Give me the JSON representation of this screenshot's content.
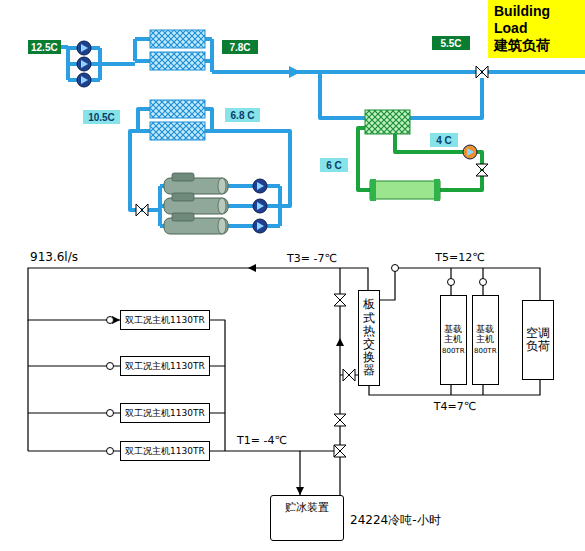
{
  "diagram": {
    "nodes": [
      {
        "text": [
          "12.5C"
        ]
      },
      {
        "text": [
          "7.8C"
        ]
      },
      {
        "text": [
          "5.5C"
        ]
      },
      {
        "text": [
          "Building Load",
          "建筑负荷"
        ]
      },
      {
        "text": [
          "10.5C"
        ]
      },
      {
        "text": [
          "6.8 C"
        ]
      },
      {
        "text": [
          "4 C"
        ]
      },
      {
        "text": [
          "6 C"
        ]
      },
      {
        "text": [
          "板式热交换器"
        ]
      },
      {
        "text": [
          "基载主机",
          "800TR"
        ]
      },
      {
        "text": [
          "基载主机",
          "800TR"
        ]
      },
      {
        "text": [
          "空调负荷"
        ]
      },
      {
        "text": [
          "双工况主机1130TR"
        ]
      },
      {
        "text": [
          "双工况主机1130TR"
        ]
      },
      {
        "text": [
          "双工况主机1130TR"
        ]
      },
      {
        "text": [
          "双工况主机1130TR"
        ]
      },
      {
        "text": [
          "贮冰装置"
        ]
      }
    ],
    "edges": [
      {
        "from": 8,
        "to": 11,
        "arrow": "none",
        "label": "T5=12℃"
      },
      {
        "from": 11,
        "to": 8,
        "arrow": "none",
        "label": "T4=7℃"
      },
      {
        "from": 15,
        "to": 16,
        "arrow": "to",
        "label": "T1= -4℃"
      },
      {
        "from": 8,
        "to": 12,
        "arrow": "to",
        "label": "T3= -7℃"
      }
    ],
    "labels": [
      "913.6l/s",
      "24224冷吨-小时"
    ]
  }
}
